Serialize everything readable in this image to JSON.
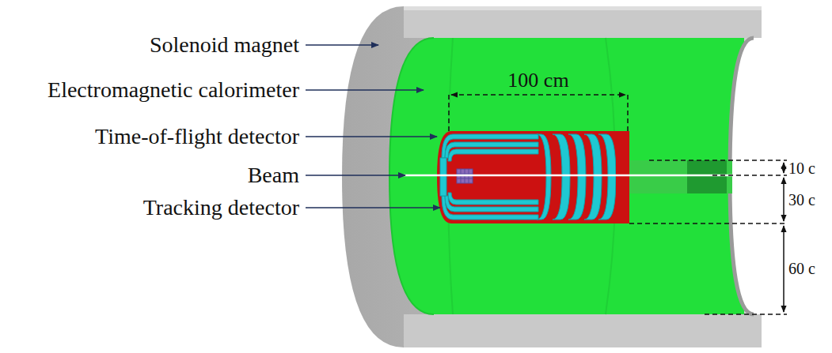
{
  "diagram": {
    "labels": [
      "Solenoid magnet",
      "Electromagnetic calorimeter",
      "Time-of-flight detector",
      "Beam",
      "Tracking detector",
      "100 cm",
      "10 c",
      "30 c",
      "60 c"
    ]
  }
}
